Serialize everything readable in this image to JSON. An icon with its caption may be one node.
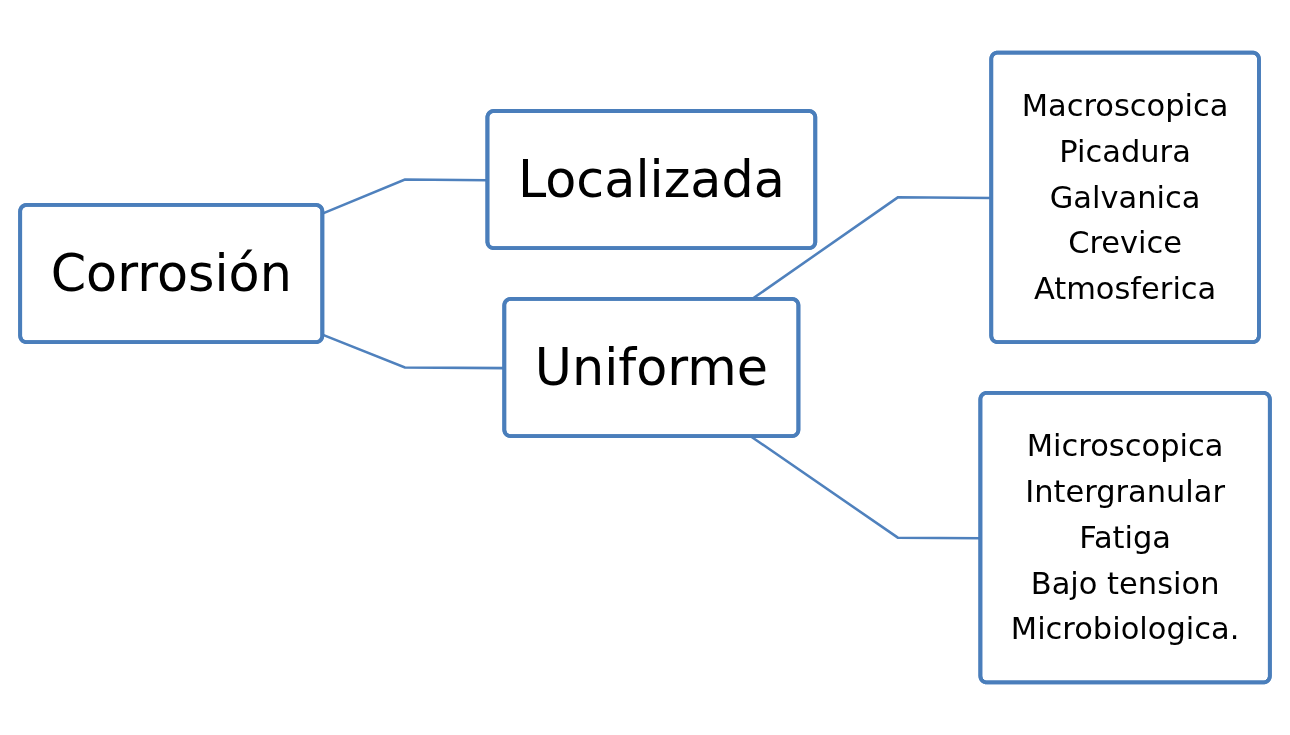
{
  "diagram": {
    "nodes": [
      {
        "text": [
          "Corrosión"
        ]
      },
      {
        "text": [
          "Localizada"
        ]
      },
      {
        "text": [
          "Uniforme"
        ]
      },
      {
        "text": [
          "Macroscopica",
          "Picadura",
          "Galvanica",
          "Crevice",
          "Atmosferica"
        ]
      },
      {
        "text": [
          "Microscopica",
          "Intergranular",
          "Fatiga",
          "Bajo tension",
          "Microbiologica."
        ]
      }
    ],
    "edges": [
      {
        "from": 0,
        "to": 1,
        "arrow": "none"
      },
      {
        "from": 0,
        "to": 2,
        "arrow": "none"
      },
      {
        "from": 2,
        "to": 3,
        "arrow": "none"
      },
      {
        "from": 2,
        "to": 4,
        "arrow": "none"
      }
    ]
  }
}
